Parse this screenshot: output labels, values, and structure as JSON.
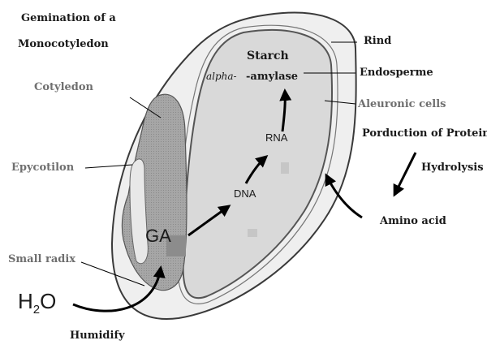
{
  "title": {
    "line1": "Gemination of a",
    "line2": "Monocotyledon"
  },
  "labels": {
    "rind": "Rind",
    "starch": "Starch",
    "alpha": "alpha-",
    "amylase": "-amylase",
    "endosperm": "Endosperme",
    "aleuronic": "Aleuronic cells",
    "cotyledon": "Cotyledon",
    "epicotyl": "Epycotilon",
    "production": "Porduction of Protein",
    "hydrolysis": "Hydrolysis",
    "amino": "Amino acid",
    "radix": "Small radix",
    "humidify": "Humidify"
  },
  "flow": {
    "rna": "RNA",
    "dna": "DNA",
    "ga": "GA",
    "h2o_h": "H",
    "h2o_sub": "2",
    "h2o_o": "O"
  },
  "colors": {
    "seed_fill": "#efefef",
    "endosperm_fill": "#d9d9d9",
    "embryo_fill": "#a6a6a6",
    "outline": "#3a3a3a"
  }
}
